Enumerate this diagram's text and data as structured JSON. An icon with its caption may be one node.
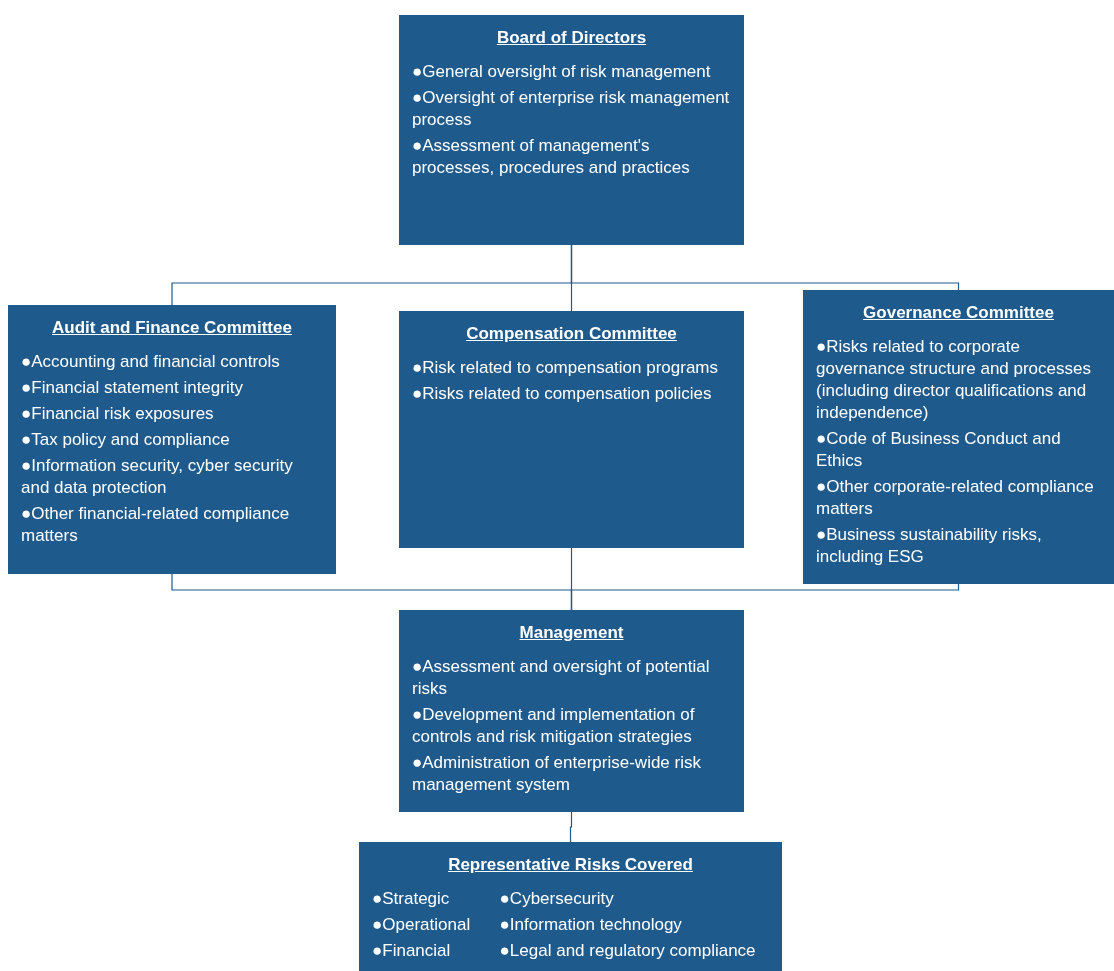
{
  "diagram": {
    "nodes": [
      {
        "text": [
          "Board of Directors",
          "●General oversight of risk management",
          "●Oversight of enterprise risk management process",
          "●Assessment of management's processes, procedures and practices"
        ]
      },
      {
        "text": [
          "Audit and Finance Committee",
          "●Accounting and financial controls",
          "●Financial statement integrity",
          "●Financial risk exposures",
          "●Tax policy and compliance",
          "●Information security, cyber security and data protection",
          "●Other financial-related compliance matters"
        ]
      },
      {
        "text": [
          "Compensation Committee",
          "●Risk related to compensation programs",
          "●Risks related to compensation policies"
        ]
      },
      {
        "text": [
          "Governance Committee",
          "●Risks related to corporate governance structure and processes (including director qualifications and independence)",
          "●Code of Business Conduct and Ethics",
          "●Other corporate-related compliance matters",
          "●Business sustainability risks, including ESG"
        ]
      },
      {
        "text": [
          "Management",
          "●Assessment and oversight of potential risks",
          "●Development and implementation of controls and risk mitigation strategies",
          "●Administration of enterprise-wide risk management system"
        ]
      },
      {
        "text": [
          "Representative Risks Covered",
          "●Strategic",
          "●Operational",
          "●Financial",
          "●Cybersecurity",
          "●Information technology",
          "●Legal and regulatory compliance"
        ]
      }
    ],
    "edges": [
      {
        "from": 0,
        "to": 1,
        "arrow": "none"
      },
      {
        "from": 0,
        "to": 2,
        "arrow": "none"
      },
      {
        "from": 0,
        "to": 3,
        "arrow": "none"
      },
      {
        "from": 1,
        "to": 4,
        "arrow": "none"
      },
      {
        "from": 2,
        "to": 4,
        "arrow": "none"
      },
      {
        "from": 3,
        "to": 4,
        "arrow": "none"
      },
      {
        "from": 4,
        "to": 5,
        "arrow": "none"
      }
    ]
  }
}
